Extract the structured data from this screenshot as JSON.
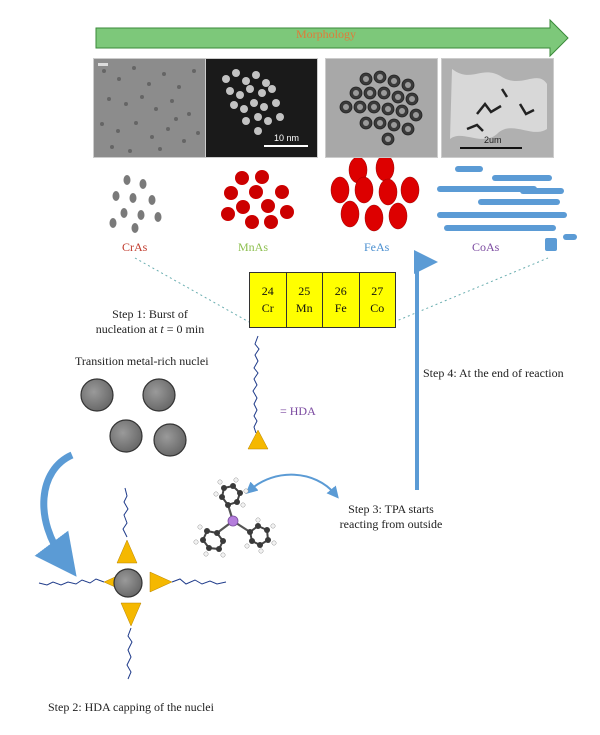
{
  "header": {
    "morphology_label": "Morphology"
  },
  "micrographs": {
    "mnas_scale": "10 nm",
    "coas_scale": "2um"
  },
  "materials": [
    {
      "name": "CrAs",
      "color": "#c0392b"
    },
    {
      "name": "MnAs",
      "color": "#8dbf4f"
    },
    {
      "name": "FeAs",
      "color": "#4a8fd0"
    },
    {
      "name": "CoAs",
      "color": "#7b4aa0"
    }
  ],
  "periodic_table": [
    {
      "number": "24",
      "symbol": "Cr"
    },
    {
      "number": "25",
      "symbol": "Mn"
    },
    {
      "number": "26",
      "symbol": "Fe"
    },
    {
      "number": "27",
      "symbol": "Co"
    }
  ],
  "steps": {
    "step1_line1": "Step 1: Burst of",
    "step1_line2_prefix": "nucleation at ",
    "step1_t": "t",
    "step1_line2_suffix": " = 0 min",
    "nuclei_label": "Transition metal-rich nuclei",
    "hda_legend": "= HDA",
    "step2": "Step 2: HDA capping of the nuclei",
    "step3_line1": "Step 3: TPA starts",
    "step3_line2": "reacting from outside",
    "step4": "Step 4: At the end of reaction"
  },
  "colors": {
    "arrow_fill": "#7dc87a",
    "arrow_stroke": "#3a8a3a",
    "red_particle": "#cc0000",
    "gray_particle": "#6e6e6e",
    "blue_rod": "#5b9bd5",
    "hda_yellow": "#f5b800",
    "chain_blue": "#1f3b8a",
    "curve_arrow": "#5b9bd5"
  }
}
